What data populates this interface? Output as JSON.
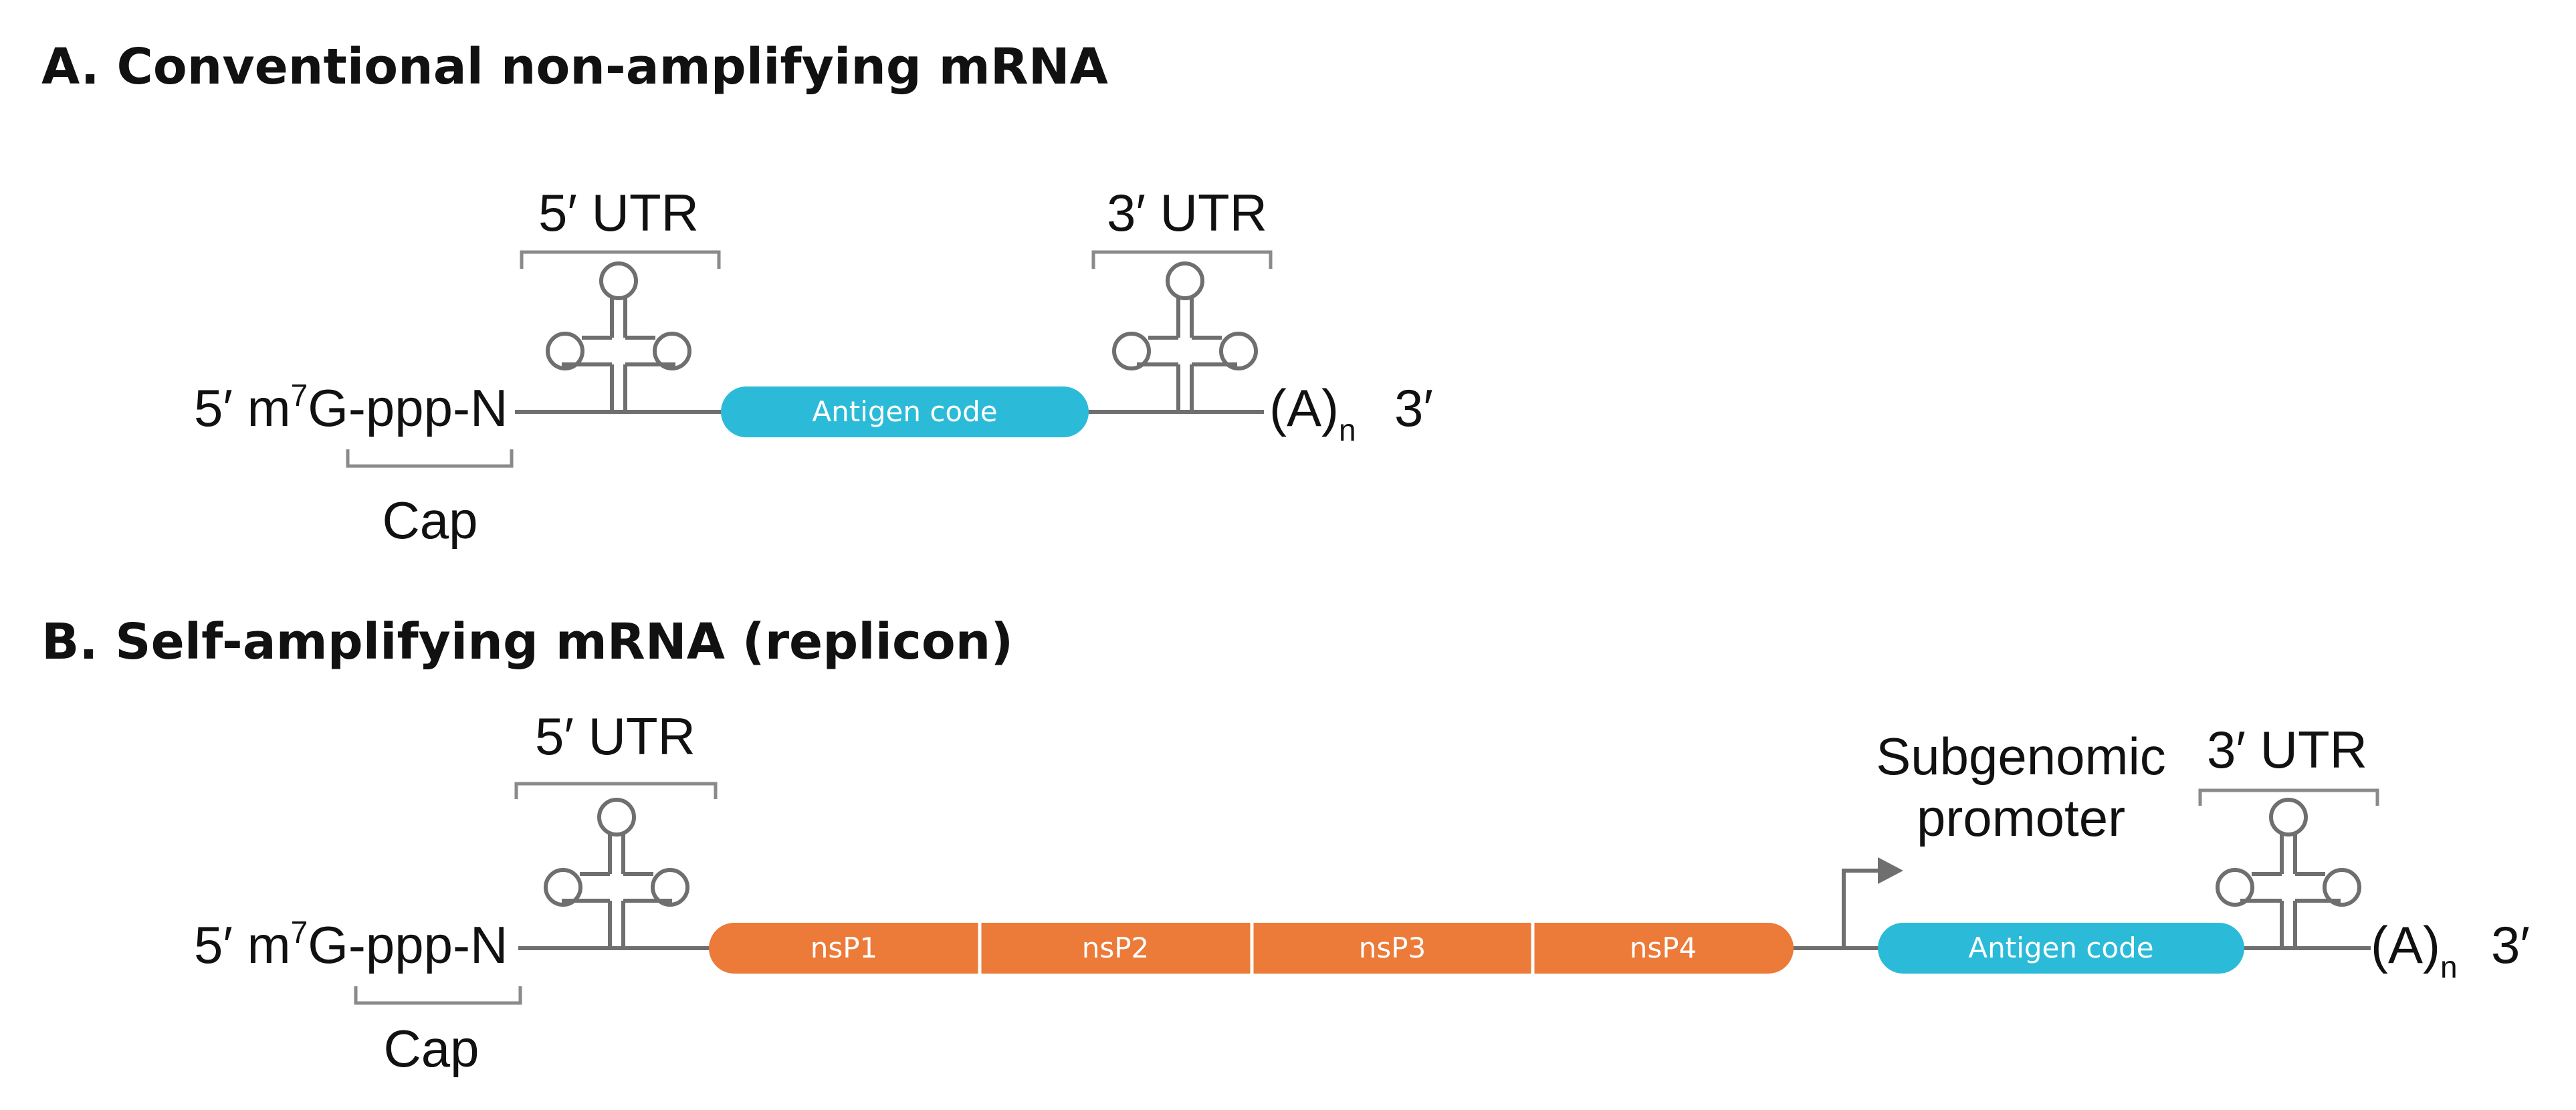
{
  "panel_a": {
    "title": "A. Conventional non-amplifying mRNA",
    "cap_prefix": "5′ m",
    "cap_superscript": "7",
    "cap_suffix": "G-ppp-N",
    "cap_label": "Cap",
    "utr5_label": "5′ UTR",
    "utr3_label": "3′ UTR",
    "antigen_label": "Antigen code",
    "polya": "(A)",
    "polya_subscript": "n",
    "end_label": "3′"
  },
  "panel_b": {
    "title": "B. Self-amplifying mRNA (replicon)",
    "cap_prefix": "5′ m",
    "cap_superscript": "7",
    "cap_suffix": "G-ppp-N",
    "cap_label": "Cap",
    "utr5_label": "5′ UTR",
    "utr3_label": "3′ UTR",
    "nsp_labels": [
      "nsP1",
      "nsP2",
      "nsP3",
      "nsP4"
    ],
    "promoter_line1": "Subgenomic",
    "promoter_line2": "promoter",
    "antigen_label": "Antigen code",
    "polya": "(A)",
    "polya_subscript": "n",
    "end_label": "3′"
  },
  "colors": {
    "antigen": "#2bbbd8",
    "nsp": "#ec7a38",
    "backbone": "#6f6f6f",
    "bracket": "#8a8a8a"
  }
}
